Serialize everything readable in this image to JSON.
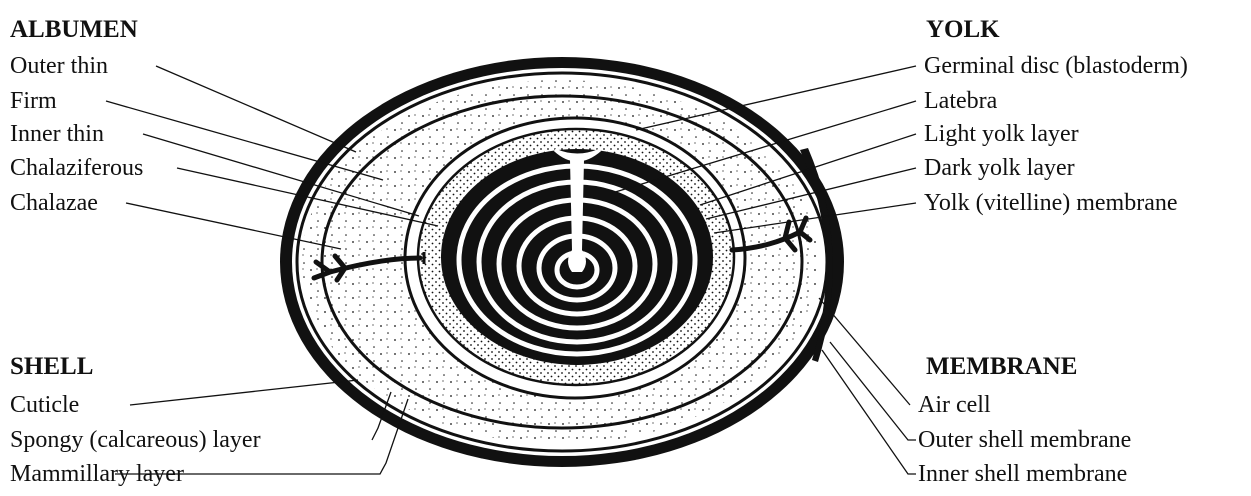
{
  "albumen": {
    "heading": "ALBUMEN",
    "items": [
      "Outer thin",
      "Firm",
      "Inner thin",
      "Chalaziferous",
      "Chalazae"
    ]
  },
  "yolk": {
    "heading": "YOLK",
    "items": [
      "Germinal disc (blastoderm)",
      "Latebra",
      "Light yolk layer",
      "Dark yolk layer",
      "Yolk (vitelline) membrane"
    ]
  },
  "shell": {
    "heading": "SHELL",
    "items": [
      "Cuticle",
      "Spongy (calcareous) layer",
      "Mammillary layer"
    ]
  },
  "membrane": {
    "heading": "MEMBRANE",
    "items": [
      "Air cell",
      "Outer shell membrane",
      "Inner shell membrane"
    ]
  }
}
